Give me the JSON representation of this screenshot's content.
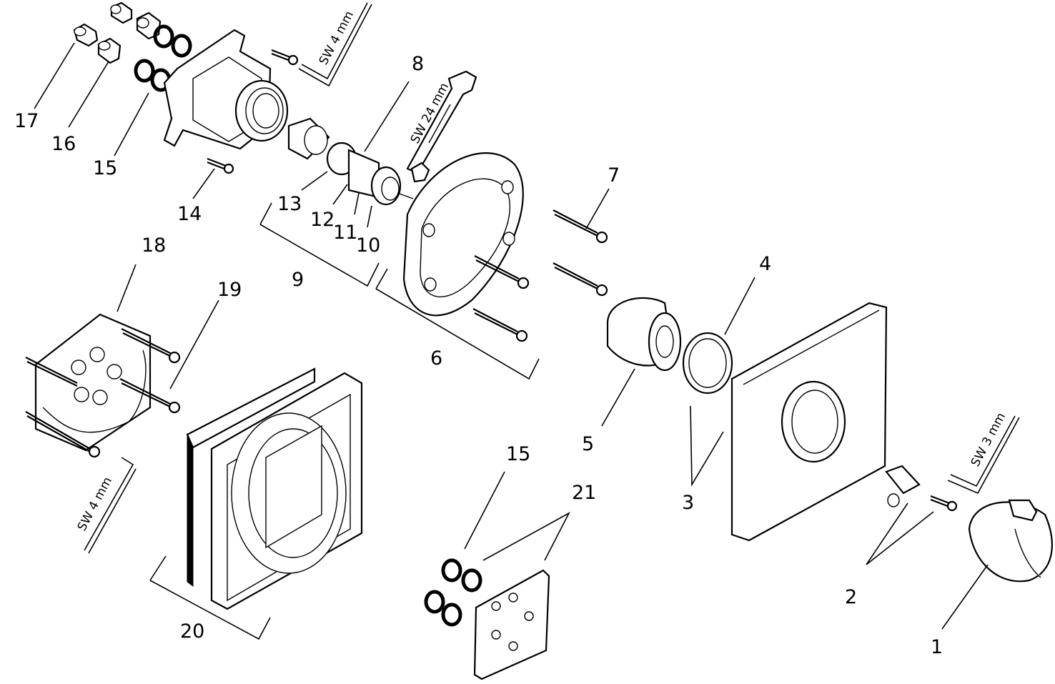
{
  "callouts": {
    "c1": "1",
    "c2": "2",
    "c3": "3",
    "c4": "4",
    "c5": "5",
    "c6": "6",
    "c7": "7",
    "c8": "8",
    "c9": "9",
    "c10": "10",
    "c11": "11",
    "c12": "12",
    "c13": "13",
    "c14": "14",
    "c15a": "15",
    "c15b": "15",
    "c16": "16",
    "c17": "17",
    "c18": "18",
    "c19": "19",
    "c20": "20",
    "c21": "21"
  },
  "tools": {
    "sw4_top": "SW 4 mm",
    "sw24": "SW 24 mm",
    "sw3": "SW 3 mm",
    "sw4_left": "SW 4 mm"
  }
}
